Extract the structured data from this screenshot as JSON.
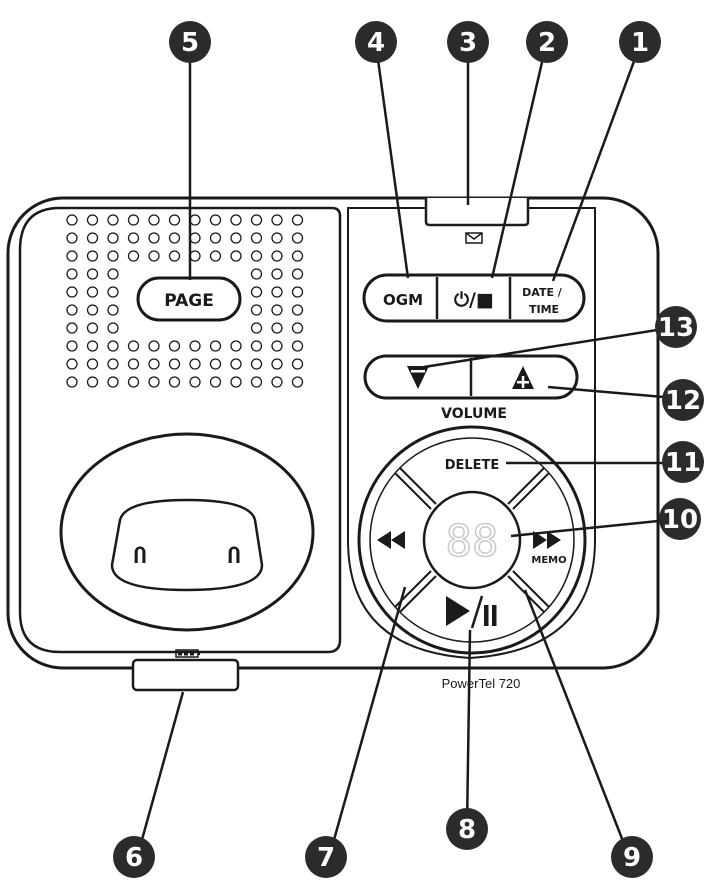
{
  "buttons": {
    "page": "PAGE",
    "ogm": "OGM",
    "power_stop": "⏻/■",
    "date": "DATE /",
    "time": "TIME",
    "volume": "VOLUME",
    "delete": "DELETE",
    "memo": "MEMO"
  },
  "display": {
    "digits": "88"
  },
  "model": "PowerTel 720",
  "callouts": [
    "1",
    "2",
    "3",
    "4",
    "5",
    "6",
    "7",
    "8",
    "9",
    "10",
    "11",
    "12",
    "13"
  ],
  "colors": {
    "ink": "#1a1a1a",
    "badge": "#2b2b2b",
    "display": "#d0d0d0"
  }
}
